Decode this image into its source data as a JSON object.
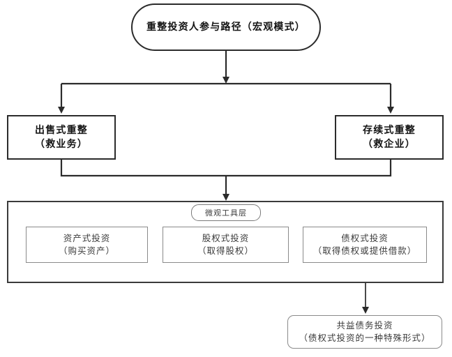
{
  "diagram": {
    "title": "重整投资人参与路径（宏观模式）",
    "root": {
      "label": "重整投资人参与路径（宏观模式）"
    },
    "macro_branches": [
      {
        "label": "出售式重整\n（救业务）"
      },
      {
        "label": "存续式重整\n（救企业）"
      }
    ],
    "tool_layer": {
      "pill_label": "微观工具层",
      "tools": [
        {
          "label": "资产式投资\n（购买资产）"
        },
        {
          "label": "股权式投资\n（取得股权）"
        },
        {
          "label": "债权式投资\n（取得债权或提供借款）"
        }
      ]
    },
    "leaf": {
      "label": "共益债务投资\n（债权式投资的一种特殊形式）"
    },
    "colors": {
      "stroke_dark": "#2b2b2b",
      "stroke_mid": "#3a3a3a",
      "stroke_light": "#8a8a8a",
      "background": "#ffffff",
      "text": "#141414"
    }
  }
}
